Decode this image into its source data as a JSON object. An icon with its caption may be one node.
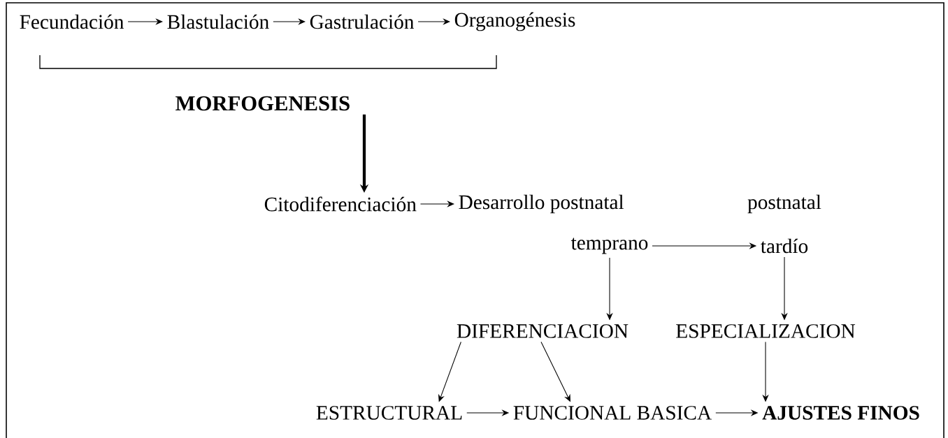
{
  "diagram": {
    "nodes": [
      {
        "text": [
          "Fecundación"
        ]
      },
      {
        "text": [
          "Blastulación"
        ]
      },
      {
        "text": [
          "Gastrulación"
        ]
      },
      {
        "text": [
          "Organogénesis"
        ]
      },
      {
        "text": [
          "MORFOGENESIS"
        ]
      },
      {
        "text": [
          "Citodiferenciación"
        ]
      },
      {
        "text": [
          "Desarrollo postnatal"
        ]
      },
      {
        "text": [
          "temprano"
        ]
      },
      {
        "text": [
          "postnatal",
          "tardío"
        ]
      },
      {
        "text": [
          "DIFERENCIACION"
        ]
      },
      {
        "text": [
          "ESPECIALIZACION"
        ]
      },
      {
        "text": [
          "ESTRUCTURAL"
        ]
      },
      {
        "text": [
          "FUNCIONAL BASICA"
        ]
      },
      {
        "text": [
          "AJUSTES FINOS"
        ]
      }
    ],
    "edges": [
      {
        "from": 0,
        "to": 1,
        "arrow": "to"
      },
      {
        "from": 1,
        "to": 2,
        "arrow": "to"
      },
      {
        "from": 2,
        "to": 3,
        "arrow": "to"
      },
      {
        "from": 4,
        "to": 5,
        "arrow": "to",
        "style": "thick"
      },
      {
        "from": 5,
        "to": 6,
        "arrow": "to"
      },
      {
        "from": 7,
        "to": 8,
        "arrow": "to"
      },
      {
        "from": 7,
        "to": 9,
        "arrow": "to"
      },
      {
        "from": 8,
        "to": 10,
        "arrow": "to"
      },
      {
        "from": 9,
        "to": 11,
        "arrow": "to"
      },
      {
        "from": 9,
        "to": 12,
        "arrow": "to"
      },
      {
        "from": 10,
        "to": 13,
        "arrow": "to"
      },
      {
        "from": 11,
        "to": 12,
        "arrow": "to"
      },
      {
        "from": 12,
        "to": 13,
        "arrow": "to"
      }
    ]
  }
}
